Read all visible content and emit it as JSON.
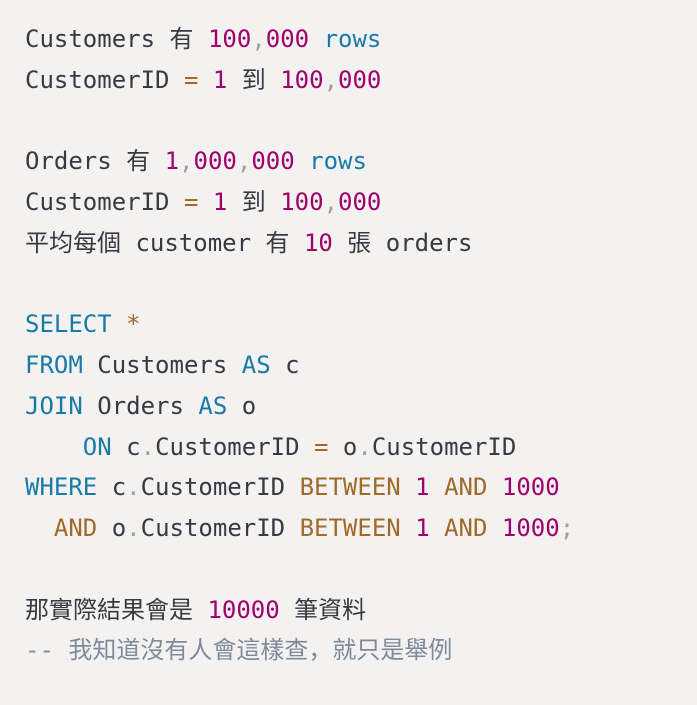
{
  "code_lines": [
    [
      {
        "t": "Customers 有 ",
        "c": "txt"
      },
      {
        "t": "100",
        "c": "num"
      },
      {
        "t": ",",
        "c": "punc"
      },
      {
        "t": "000",
        "c": "num"
      },
      {
        "t": " ",
        "c": "txt"
      },
      {
        "t": "rows",
        "c": "kw"
      }
    ],
    [
      {
        "t": "CustomerID ",
        "c": "txt"
      },
      {
        "t": "=",
        "c": "op"
      },
      {
        "t": " ",
        "c": "txt"
      },
      {
        "t": "1",
        "c": "num"
      },
      {
        "t": " 到 ",
        "c": "txt"
      },
      {
        "t": "100",
        "c": "num"
      },
      {
        "t": ",",
        "c": "punc"
      },
      {
        "t": "000",
        "c": "num"
      }
    ],
    [],
    [
      {
        "t": "Orders 有 ",
        "c": "txt"
      },
      {
        "t": "1",
        "c": "num"
      },
      {
        "t": ",",
        "c": "punc"
      },
      {
        "t": "000",
        "c": "num"
      },
      {
        "t": ",",
        "c": "punc"
      },
      {
        "t": "000",
        "c": "num"
      },
      {
        "t": " ",
        "c": "txt"
      },
      {
        "t": "rows",
        "c": "kw"
      }
    ],
    [
      {
        "t": "CustomerID ",
        "c": "txt"
      },
      {
        "t": "=",
        "c": "op"
      },
      {
        "t": " ",
        "c": "txt"
      },
      {
        "t": "1",
        "c": "num"
      },
      {
        "t": " 到 ",
        "c": "txt"
      },
      {
        "t": "100",
        "c": "num"
      },
      {
        "t": ",",
        "c": "punc"
      },
      {
        "t": "000",
        "c": "num"
      }
    ],
    [
      {
        "t": "平均每個 customer 有 ",
        "c": "txt"
      },
      {
        "t": "10",
        "c": "num"
      },
      {
        "t": " 張 orders",
        "c": "txt"
      }
    ],
    [],
    [
      {
        "t": "SELECT",
        "c": "kw"
      },
      {
        "t": " ",
        "c": "txt"
      },
      {
        "t": "*",
        "c": "op"
      }
    ],
    [
      {
        "t": "FROM",
        "c": "kw"
      },
      {
        "t": " Customers ",
        "c": "txt"
      },
      {
        "t": "AS",
        "c": "kw"
      },
      {
        "t": " c",
        "c": "txt"
      }
    ],
    [
      {
        "t": "JOIN",
        "c": "kw"
      },
      {
        "t": " Orders ",
        "c": "txt"
      },
      {
        "t": "AS",
        "c": "kw"
      },
      {
        "t": " o",
        "c": "txt"
      }
    ],
    [
      {
        "t": "    ",
        "c": "txt"
      },
      {
        "t": "ON",
        "c": "kw"
      },
      {
        "t": " c",
        "c": "txt"
      },
      {
        "t": ".",
        "c": "punc"
      },
      {
        "t": "CustomerID ",
        "c": "txt"
      },
      {
        "t": "=",
        "c": "op"
      },
      {
        "t": " o",
        "c": "txt"
      },
      {
        "t": ".",
        "c": "punc"
      },
      {
        "t": "CustomerID",
        "c": "txt"
      }
    ],
    [
      {
        "t": "WHERE",
        "c": "kw"
      },
      {
        "t": " c",
        "c": "txt"
      },
      {
        "t": ".",
        "c": "punc"
      },
      {
        "t": "CustomerID ",
        "c": "txt"
      },
      {
        "t": "BETWEEN",
        "c": "op"
      },
      {
        "t": " ",
        "c": "txt"
      },
      {
        "t": "1",
        "c": "num"
      },
      {
        "t": " ",
        "c": "txt"
      },
      {
        "t": "AND",
        "c": "op"
      },
      {
        "t": " ",
        "c": "txt"
      },
      {
        "t": "1000",
        "c": "num"
      }
    ],
    [
      {
        "t": "  ",
        "c": "txt"
      },
      {
        "t": "AND",
        "c": "op"
      },
      {
        "t": " o",
        "c": "txt"
      },
      {
        "t": ".",
        "c": "punc"
      },
      {
        "t": "CustomerID ",
        "c": "txt"
      },
      {
        "t": "BETWEEN",
        "c": "op"
      },
      {
        "t": " ",
        "c": "txt"
      },
      {
        "t": "1",
        "c": "num"
      },
      {
        "t": " ",
        "c": "txt"
      },
      {
        "t": "AND",
        "c": "op"
      },
      {
        "t": " ",
        "c": "txt"
      },
      {
        "t": "1000",
        "c": "num"
      },
      {
        "t": ";",
        "c": "punc"
      }
    ],
    [],
    [
      {
        "t": "那實際結果會是 ",
        "c": "txt"
      },
      {
        "t": "10000",
        "c": "num"
      },
      {
        "t": " 筆資料",
        "c": "txt"
      }
    ],
    [
      {
        "t": "-- 我知道沒有人會這樣查，就只是舉例",
        "c": "cmt"
      }
    ]
  ]
}
